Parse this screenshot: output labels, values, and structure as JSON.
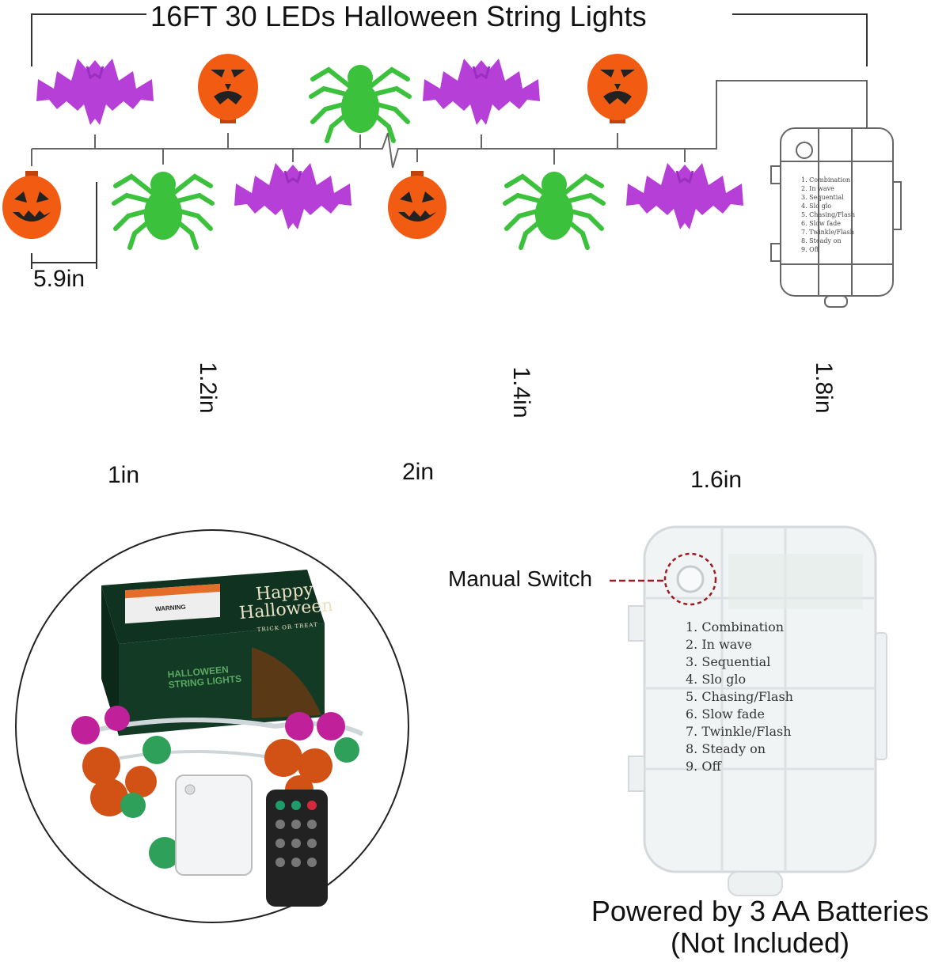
{
  "title": "16FT 30 LEDs Halloween String Lights",
  "spacing_label": "5.9in",
  "sizes": {
    "pumpkin": {
      "width": "1in",
      "height": "1.2in"
    },
    "bat": {
      "width": "2in",
      "height": "1.4in"
    },
    "spider": {
      "width": "1.6in",
      "height": "1.8in"
    }
  },
  "manual_switch_label": "Manual Switch",
  "modes": [
    "1. Combination",
    "2. In wave",
    "3. Sequential",
    "4. Slo glo",
    "5. Chasing/Flash",
    "6. Slow fade",
    "7. Twinkle/Flash",
    "8. Steady on",
    "9. Off"
  ],
  "power": {
    "line1": "Powered by 3 AA Batteries",
    "line2": "(Not Included)"
  },
  "box": {
    "brand_line1": "Happy",
    "brand_line2": "Halloween",
    "tagline": "TRICK OR TREAT",
    "side_text": "HALLOWEEN STRING LIGHTS",
    "warning": "WARNING"
  },
  "colors": {
    "purple": "#b63fd8",
    "orange": "#f25c12",
    "green": "#3cc13c",
    "box_green": "#123a25"
  }
}
